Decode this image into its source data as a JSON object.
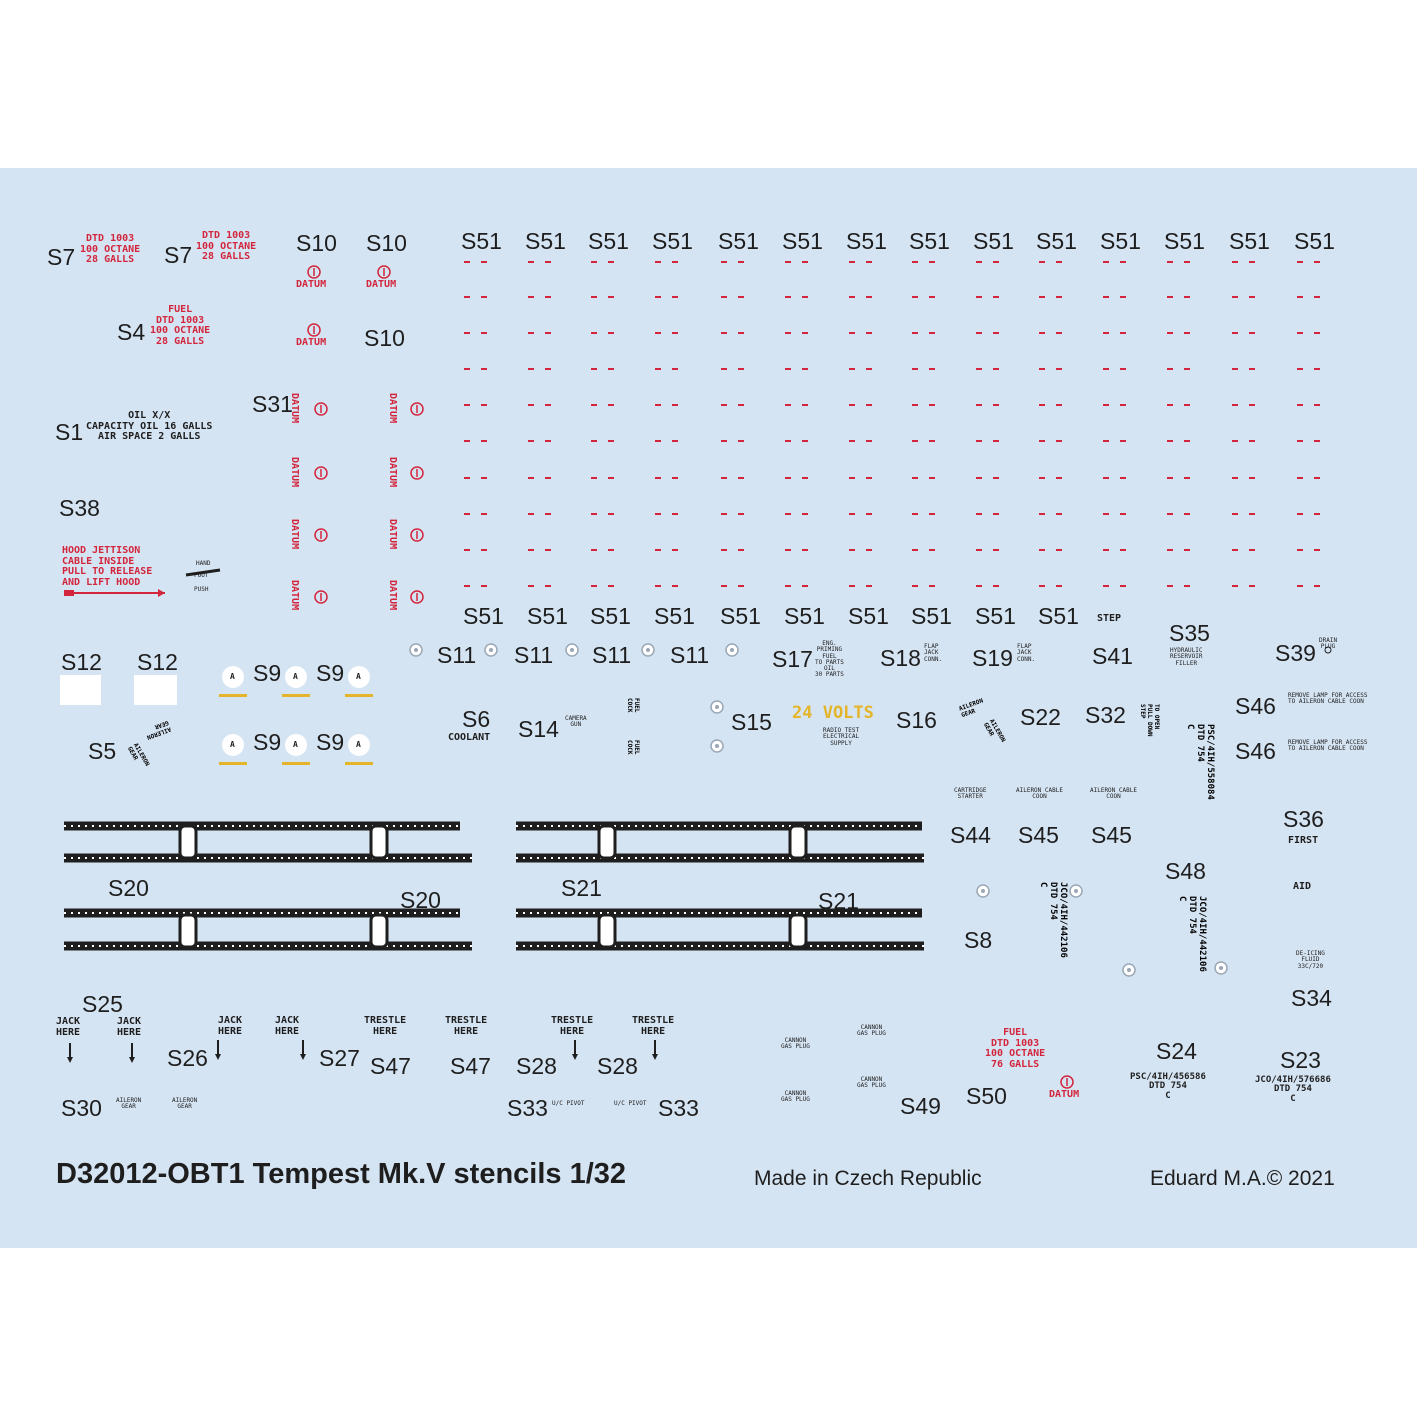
{
  "footer": {
    "title": "D32012-OBT1 Tempest Mk.V stencils 1/32",
    "made_in": "Made in Czech Republic",
    "copyright": "Eduard M.A.© 2021"
  },
  "colors": {
    "sheet": "#d5e4f3",
    "text": "#1e1e1e",
    "stencil_red": "#d3263c",
    "yellow": "#e4b52a"
  },
  "labels": {
    "s7": "S7",
    "s10": "S10",
    "s4": "S4",
    "s31": "S31",
    "s1": "S1",
    "s38": "S38",
    "s51": "S51",
    "s12": "S12",
    "s9": "S9",
    "s5": "S5",
    "s11": "S11",
    "s17": "S17",
    "s18": "S18",
    "s19": "S19",
    "s41": "S41",
    "s35": "S35",
    "s39": "S39",
    "s6": "S6",
    "s14": "S14",
    "s15": "S15",
    "s16": "S16",
    "s22": "S22",
    "s32": "S32",
    "s46": "S46",
    "s44": "S44",
    "s45": "S45",
    "s36": "S36",
    "s20": "S20",
    "s21": "S21",
    "s48": "S48",
    "s8": "S8",
    "s34": "S34",
    "s25": "S25",
    "s26": "S26",
    "s27": "S27",
    "s47": "S47",
    "s28": "S28",
    "s30": "S30",
    "s33": "S33",
    "s49": "S49",
    "s50": "S50",
    "s24": "S24",
    "s23": "S23"
  },
  "stencils": {
    "fuel_28": "DTD 1003\n100 OCTANE\n28 GALLS",
    "fuel_s4": "FUEL\nDTD 1003\n100 OCTANE\n28 GALLS",
    "datum": "DATUM",
    "oil": "OIL X/X\nCAPACITY OIL 16 GALLS\nAIR SPACE 2 GALLS",
    "hood": "HOOD JETTISON\nCABLE INSIDE\nPULL TO RELEASE\nAND LIFT HOOD",
    "hand": "HAND",
    "foot": "FOOT",
    "push": "PUSH",
    "step": "STEP",
    "coolant": "COOLANT",
    "volts": "24 VOLTS",
    "radio": "RADIO TEST\nELECTRICAL\nSUPPLY",
    "camera_gun": "CAMERA\nGUN",
    "fuel_cock": "FUEL\nCOCK",
    "flap_jack": "FLAP\nJACK\nCONN.",
    "s17_text": "ENG.\nPRIMING\nFUEL\nTO PARTS\nOIL\n30 PARTS",
    "hydraulic": "HYDRAULIC\nRESERVOIR\nFILLER",
    "drain_plug": "DRAIN\nPLUG",
    "remove_lamp": "REMOVE LAMP FOR ACCESS\nTO AILERON CABLE COON",
    "cartridge": "CARTRIDGE\nSTARTER",
    "aileron_cable": "AILERON CABLE\nCOON",
    "first": "FIRST",
    "aid": "AID",
    "deicing": "DE-ICING\nFLUID\n33C/720",
    "jack_here": "JACK\nHERE",
    "trestle_here": "TRESTLE\nHERE",
    "aileron_gear": "AILERON\nGEAR",
    "uc_pivot": "U/C PIVOT",
    "cannon_gas": "CANNON\nGAS PLUG",
    "fuel_76": "FUEL\nDTD 1003\n100 OCTANE\n76 GALLS",
    "psc_s24": "PSC/4IH/456586\nDTD 754\nC",
    "jco_s23": "JCO/4IH/576686\nDTD 754\nC",
    "psc_vert": "PSC/4IH/558084\nDTD 754\nC",
    "jco_vert1": "JCO/4IH/442106\nDTD 754\nC",
    "jco_vert2": "JCO/4IH/442106\nDTD 754\nC",
    "to_open": "TO OPEN\nPULL DOWN\nSTEP",
    "aileron_gear_rot": "AILERON\nGEAR",
    "badge_a": "A"
  }
}
